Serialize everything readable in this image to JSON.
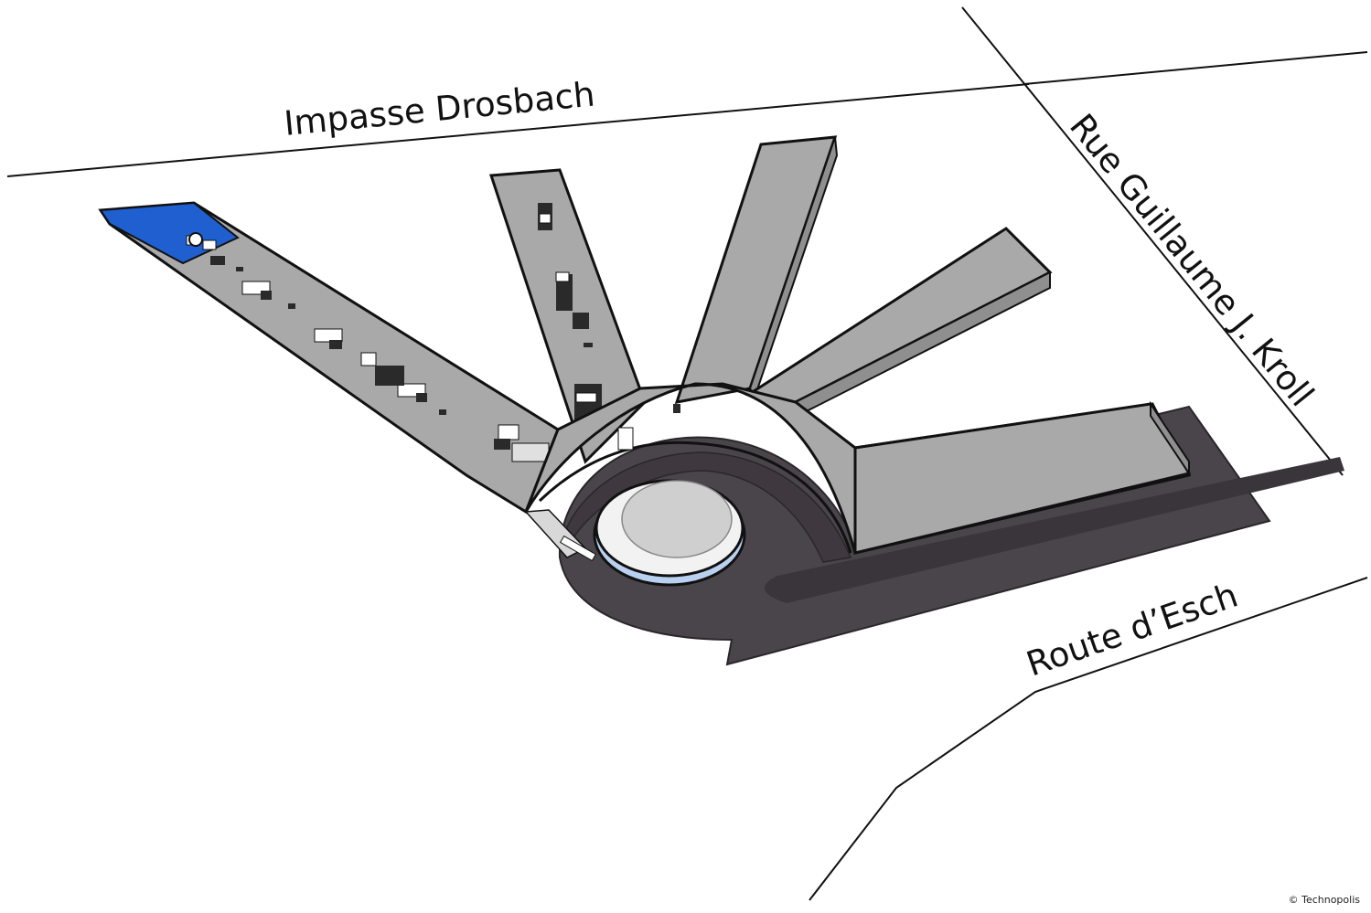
{
  "streets": {
    "impasse": "Impasse Drosbach",
    "rue": "Rue Guillaume J. Kroll",
    "route": "Route d’Esch"
  },
  "credit": "© Technopolis",
  "colors": {
    "building": "#a9a9a9",
    "building_top": "#bdbdbd",
    "highlight": "#1f5fcf",
    "road": "#4a444b",
    "road_dark": "#3a353a",
    "outline": "#111111",
    "rotunda": "#cfcfcf"
  }
}
